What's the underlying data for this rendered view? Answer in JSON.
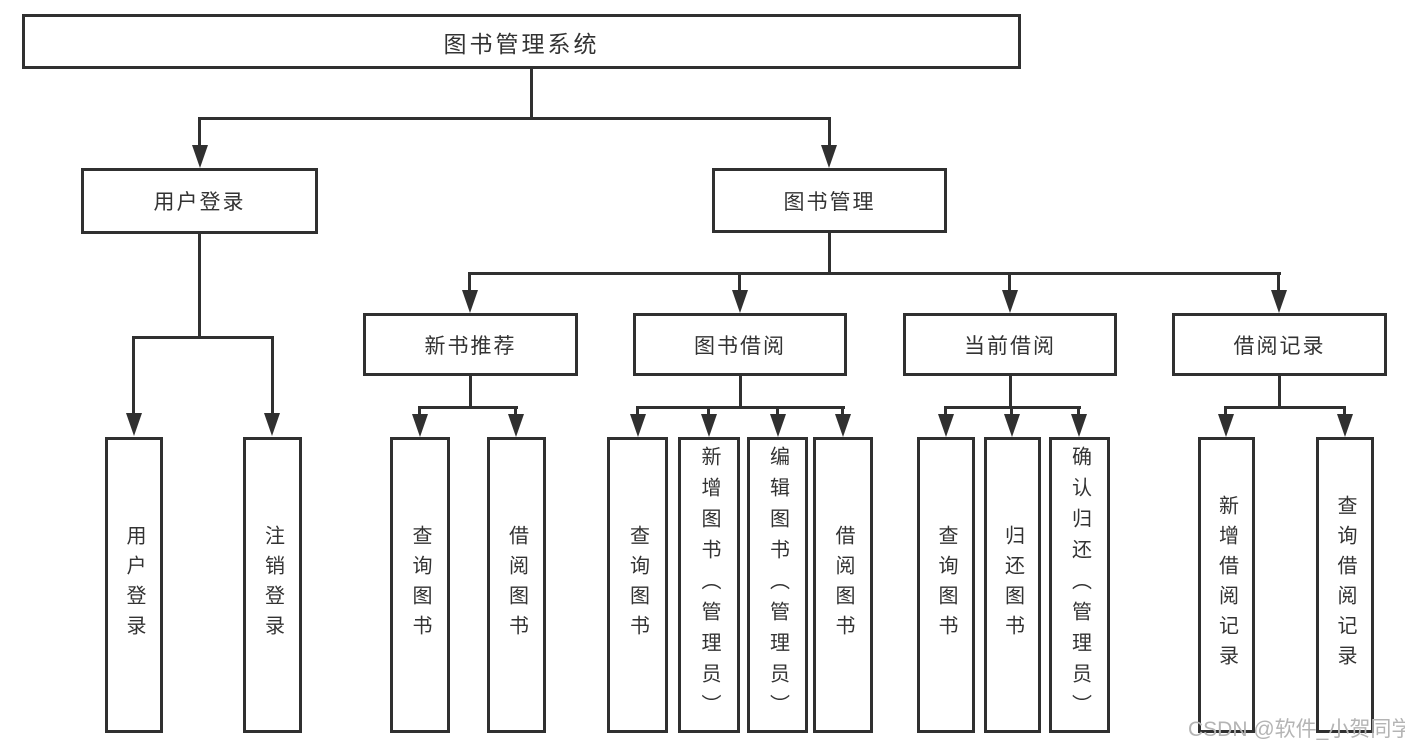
{
  "nodes": {
    "root": "图书管理系统",
    "user_login": "用户登录",
    "book_management": "图书管理",
    "new_book_recommend": "新书推荐",
    "book_borrow": "图书借阅",
    "current_borrow": "当前借阅",
    "borrow_records": "借阅记录",
    "leaf_user_login": "用户登录",
    "leaf_logout": "注销登录",
    "leaf_query_books_a": "查询图书",
    "leaf_borrow_books_a": "借阅图书",
    "leaf_query_books_b": "查询图书",
    "leaf_add_books": "新增图书（管理员）",
    "leaf_edit_books": "编辑图书（管理员）",
    "leaf_borrow_books_b": "借阅图书",
    "leaf_query_books_c": "查询图书",
    "leaf_return_books": "归还图书",
    "leaf_confirm_return": "确认归还（管理员）",
    "leaf_add_borrow_record": "新增借阅记录",
    "leaf_query_borrow_record": "查询借阅记录"
  },
  "hierarchy": {
    "图书管理系统": {
      "用户登录": [
        "用户登录",
        "注销登录"
      ],
      "图书管理": {
        "新书推荐": [
          "查询图书",
          "借阅图书"
        ],
        "图书借阅": [
          "查询图书",
          "新增图书（管理员）",
          "编辑图书（管理员）",
          "借阅图书"
        ],
        "当前借阅": [
          "查询图书",
          "归还图书",
          "确认归还（管理员）"
        ],
        "借阅记录": [
          "新增借阅记录",
          "查询借阅记录"
        ]
      }
    }
  },
  "watermark": "CSDN @软件_小贺同学",
  "colors": {
    "line": "#303030",
    "text": "#333333",
    "background": "#ffffff",
    "watermark": "#b4b4b4"
  }
}
